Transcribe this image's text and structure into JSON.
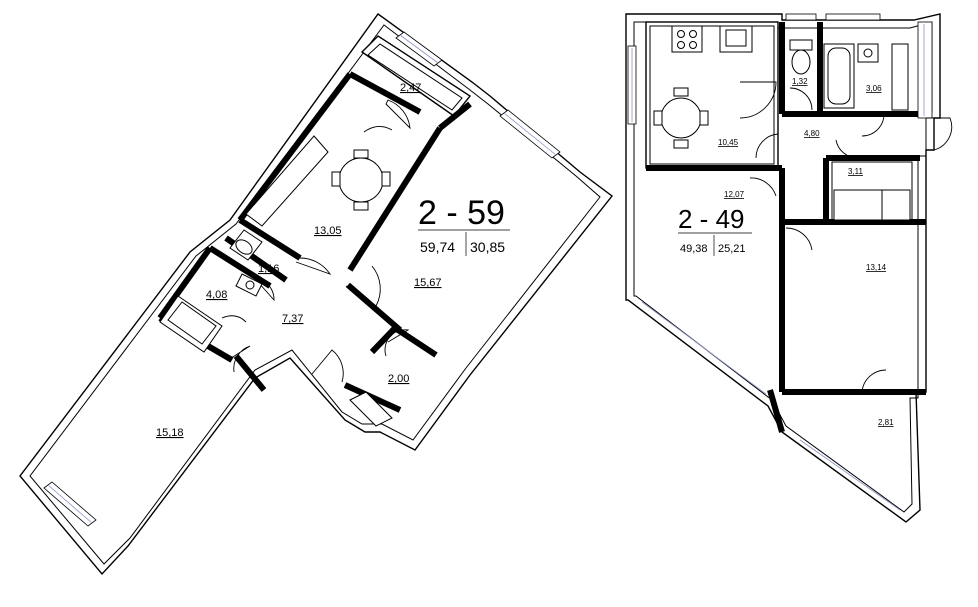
{
  "plans": [
    {
      "code": "2 - 59",
      "total_area": "59,74",
      "living_area": "30,85",
      "rooms": [
        "2,47",
        "13,05",
        "1,16",
        "4,08",
        "7,37",
        "15,67",
        "2,00",
        "15,18"
      ]
    },
    {
      "code": "2 - 49",
      "total_area": "49,38",
      "living_area": "25,21",
      "rooms": [
        "10,45",
        "1,32",
        "3,06",
        "4,80",
        "12,07",
        "3,11",
        "13,14",
        "2,81"
      ]
    }
  ]
}
